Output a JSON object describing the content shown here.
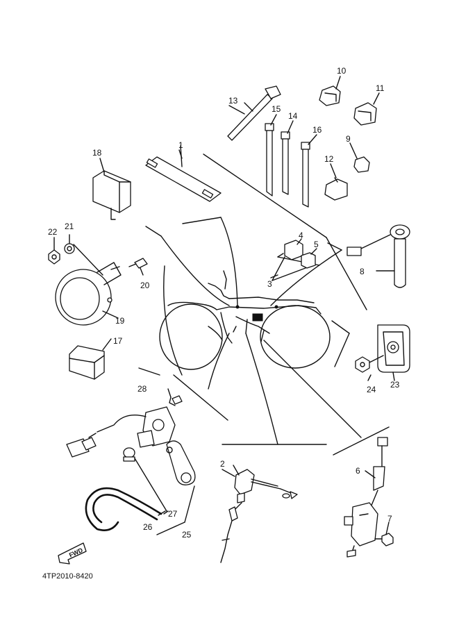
{
  "diagram_code": "4TP2010-8420",
  "fwd_label": "FWD",
  "callouts": [
    {
      "id": "1",
      "label": "1"
    },
    {
      "id": "2",
      "label": "2"
    },
    {
      "id": "3",
      "label": "3"
    },
    {
      "id": "4",
      "label": "4"
    },
    {
      "id": "5",
      "label": "5"
    },
    {
      "id": "6",
      "label": "6"
    },
    {
      "id": "7",
      "label": "7"
    },
    {
      "id": "8",
      "label": "8"
    },
    {
      "id": "9",
      "label": "9"
    },
    {
      "id": "10",
      "label": "10"
    },
    {
      "id": "11",
      "label": "11"
    },
    {
      "id": "12",
      "label": "12"
    },
    {
      "id": "13",
      "label": "13"
    },
    {
      "id": "14",
      "label": "14"
    },
    {
      "id": "15",
      "label": "15"
    },
    {
      "id": "16",
      "label": "16"
    },
    {
      "id": "17",
      "label": "17"
    },
    {
      "id": "18",
      "label": "18"
    },
    {
      "id": "19",
      "label": "19"
    },
    {
      "id": "20",
      "label": "20"
    },
    {
      "id": "21",
      "label": "21"
    },
    {
      "id": "22",
      "label": "22"
    },
    {
      "id": "23",
      "label": "23"
    },
    {
      "id": "24",
      "label": "24"
    },
    {
      "id": "25",
      "label": "25"
    },
    {
      "id": "26",
      "label": "26"
    },
    {
      "id": "27",
      "label": "27"
    },
    {
      "id": "28",
      "label": "28"
    }
  ]
}
